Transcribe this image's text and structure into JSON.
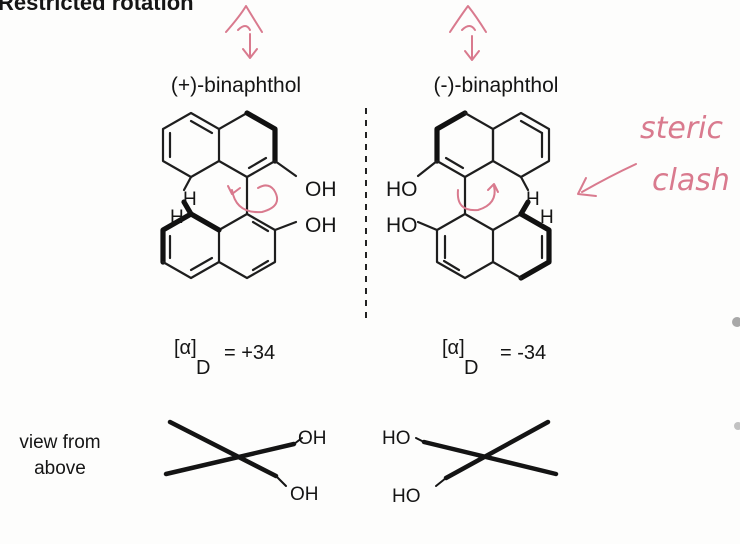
{
  "header": {
    "cut_text": "Restricted rotation"
  },
  "left": {
    "name": "(+)-binaphthol",
    "oh_top": "OH",
    "oh_bottom": "OH",
    "h_upper": "H",
    "h_lower": "H",
    "rotation_alpha": "[α]",
    "rotation_d": "D",
    "rotation_value": "= +34"
  },
  "right": {
    "name": "(-)-binaphthol",
    "ho_top": "HO",
    "ho_bottom": "HO",
    "h_upper": "H",
    "h_lower": "H",
    "rotation_alpha": "[α]",
    "rotation_d": "D",
    "rotation_value": "= -34"
  },
  "annotations": {
    "steric_line1": "steric",
    "steric_line2": "clash",
    "color": "#d97a8e"
  },
  "view": {
    "label_line1": "view from",
    "label_line2": "above",
    "left_oh_top": "OH",
    "left_oh_bottom": "OH",
    "right_ho_top": "HO",
    "right_ho_bottom": "HO"
  }
}
